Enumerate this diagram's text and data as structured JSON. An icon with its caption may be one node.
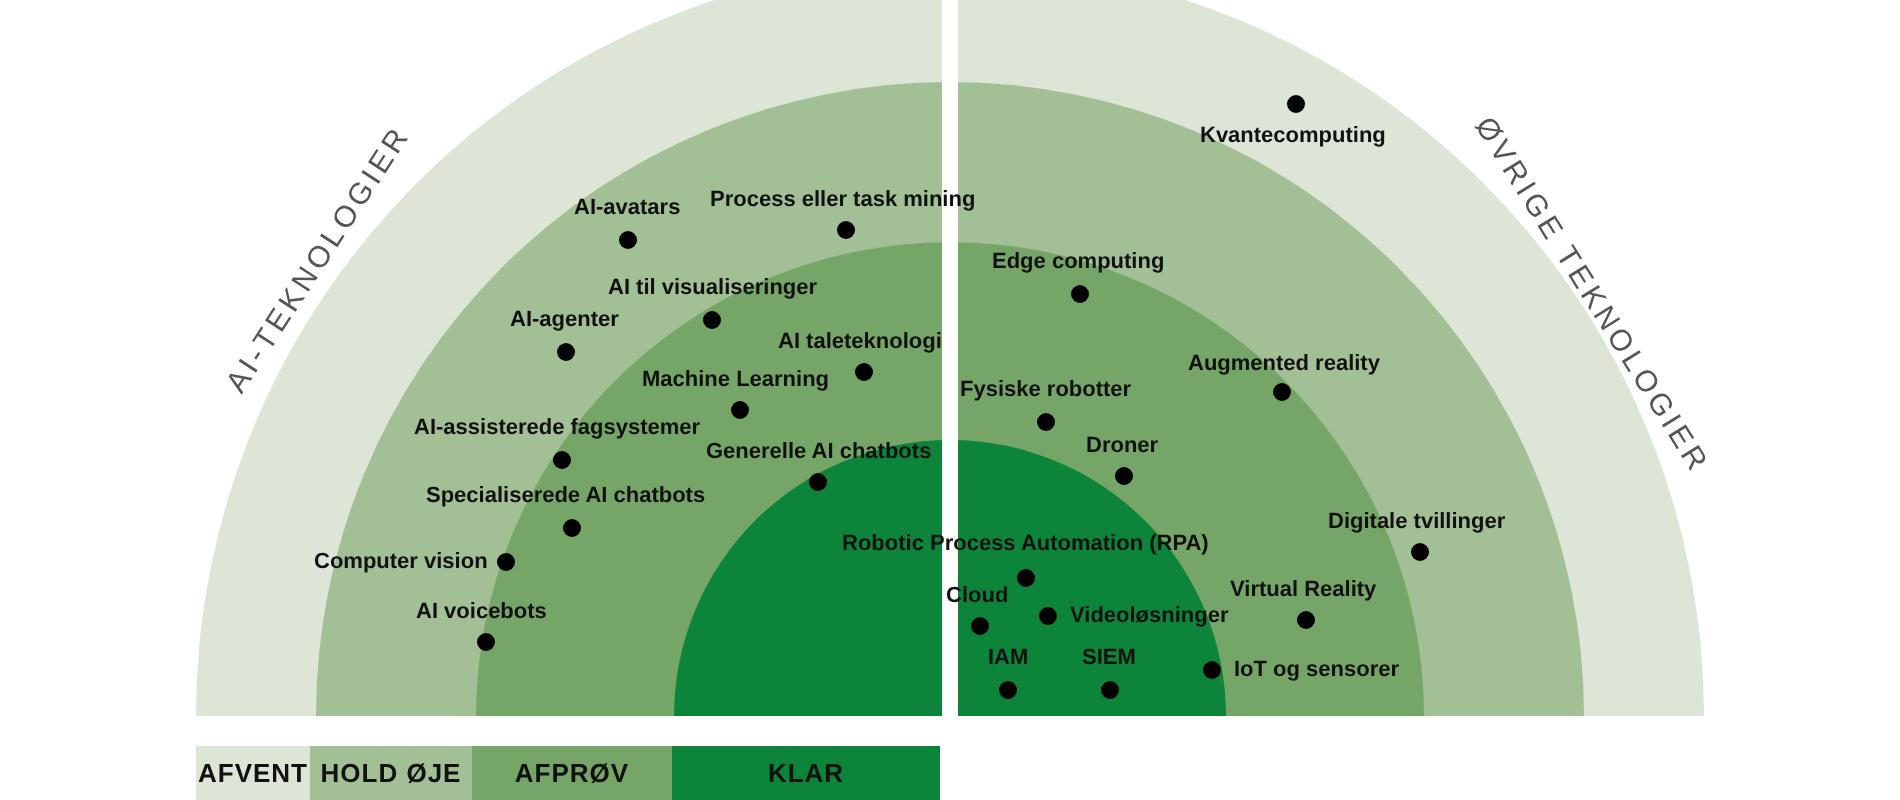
{
  "diagram": {
    "labels": [
      "AI-TEKNOLOGIER",
      "ØVRIGE TEKNOLOGIER",
      "Kvantecomputing",
      "AI-avatars",
      "Process eller task mining",
      "Edge computing",
      "AI til visualiseringer",
      "AI-agenter",
      "AI taleteknologi",
      "Augmented reality",
      "Machine Learning",
      "Fysiske robotter",
      "AI-assisterede fagsystemer",
      "Generelle AI chatbots",
      "Droner",
      "Specialiserede AI chatbots",
      "Digitale tvillinger",
      "Robotic Process Automation (RPA)",
      "Computer vision",
      "Virtual Reality",
      "Cloud",
      "Videoløsninger",
      "AI voicebots",
      "IAM",
      "SIEM",
      "IoT og sensorer"
    ],
    "legend": [
      {
        "text": "AFVENT",
        "color": "#dde5d6"
      },
      {
        "text": "HOLD ØJE",
        "color": "#a3bf95"
      },
      {
        "text": "AFPRØV",
        "color": "#76a667"
      },
      {
        "text": "KLAR",
        "color": "#0c853a"
      }
    ]
  }
}
